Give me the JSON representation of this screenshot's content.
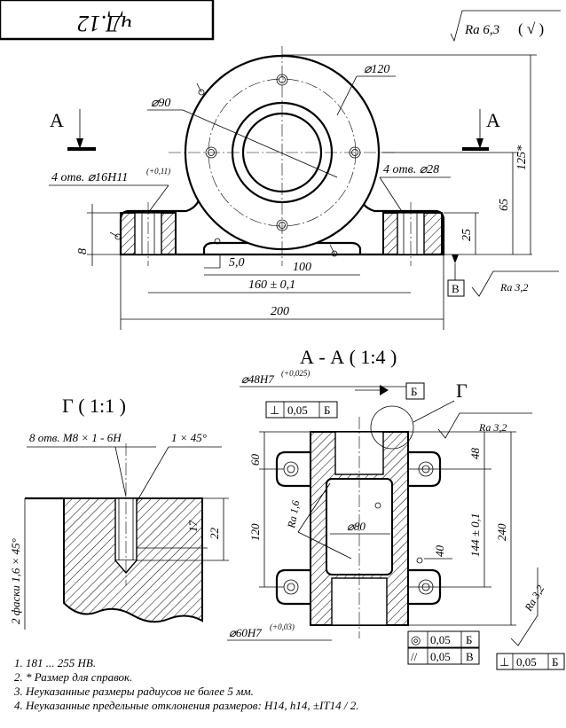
{
  "title_block": {
    "code": "чД.12"
  },
  "roughness": {
    "general": "Ra 6,3",
    "general_suffix": "( √ )",
    "local_1": "Ra 3,2",
    "local_2": "Ra 3,2",
    "local_3": "Ra 3,2",
    "local_4": "Ra 1,6"
  },
  "front_view": {
    "section_letter_left": "А",
    "section_letter_right": "А",
    "dims": {
      "d120": "⌀120",
      "d90": "⌀90",
      "holes_left": "4 отв.  ⌀16H11",
      "holes_left_tol": "(+0,11)",
      "holes_right": "4 отв.  ⌀28",
      "h8": "8",
      "h25": "25",
      "h65": "65",
      "h125": "125*",
      "r5": "5,0",
      "w100": "100",
      "w160": "160 ± 0,1",
      "w200": "200",
      "base_letter": "В"
    }
  },
  "detail_view": {
    "title": "Г  ( 1:1 )",
    "thread_label": "8 отв.  М8 × 1 - 6Н",
    "chamfer_label": "1 × 45°",
    "chamfer_side": "2 фаски 1,6 × 45°",
    "h17": "17",
    "h22": "22"
  },
  "section_view": {
    "title": "А - А  ( 1:4 )",
    "bore_top": "⌀48H7",
    "bore_top_tol": "(+0,025)",
    "bore_bottom": "⌀60H7",
    "bore_bottom_tol": "(+0,03)",
    "bore_mid": "⌀80",
    "datum_b": "Б",
    "detail_letter": "Г",
    "h60": "60",
    "h120": "120",
    "h48": "48",
    "h144": "144 ± 0,1",
    "h240": "240",
    "h40": "40"
  },
  "tolerance_frames": [
    {
      "symbol": "⊥",
      "value": "0,05",
      "datum": "Б"
    },
    {
      "symbol": "◎",
      "value": "0,05",
      "datum": "Б"
    },
    {
      "symbol": "//",
      "value": "0,05",
      "datum": "В"
    },
    {
      "symbol": "⊥",
      "value": "0,05",
      "datum": "Б"
    }
  ],
  "notes": [
    "1.  181 ... 255 НВ.",
    "2.  * Размер для справок.",
    "3.  Неуказанные размеры радиусов не более 5 мм.",
    "4.  Неуказанные предельные отклонения размеров: Н14,  h14,  ±IT14 / 2."
  ]
}
